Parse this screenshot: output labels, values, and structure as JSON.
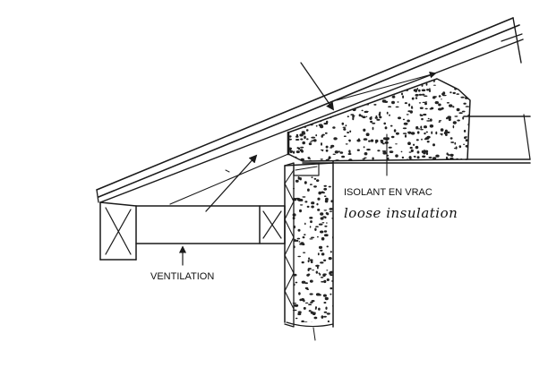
{
  "labels": {
    "insulation_fr": "ISOLANT EN VRAC",
    "insulation_en": "loose insulation",
    "ventilation": "VENTILATION"
  }
}
